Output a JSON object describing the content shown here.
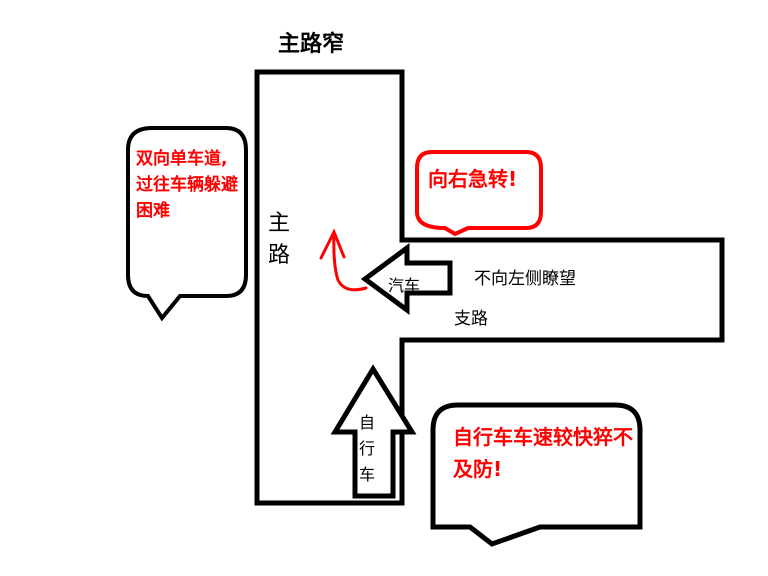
{
  "title": "主路窄",
  "labels": {
    "main_road": "主路",
    "branch_road": "支路",
    "car": "汽车",
    "bicycle": "自行车",
    "no_look_left": "不向左侧瞭望"
  },
  "callouts": {
    "left": "双向单车道, 过往车辆躲避困难",
    "right_turn": "向右急转!",
    "bicycle_speed": "自行车车速较快猝不及防!"
  },
  "colors": {
    "road": "#000000",
    "warning": "#ff0000"
  }
}
